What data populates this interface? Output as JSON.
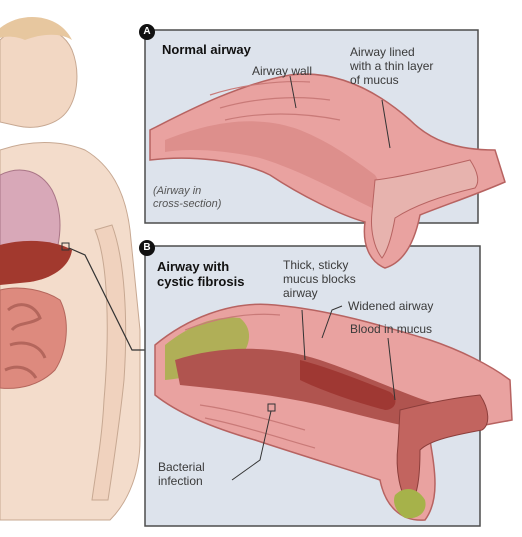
{
  "panels": [
    {
      "badge": "A",
      "title": "Normal airway",
      "labels": {
        "wall": "Airway wall",
        "lined": "Airway lined\nwith a thin layer\nof mucus",
        "note": "(Airway in\ncross-section)"
      }
    },
    {
      "badge": "B",
      "title": "Airway with\ncystic fibrosis",
      "labels": {
        "thick": "Thick, sticky\nmucus blocks\nairway",
        "widened": "Widened airway",
        "blood": "Blood in mucus",
        "bacterial": "Bacterial\ninfection"
      }
    }
  ],
  "colors": {
    "panel_bg": "#dde3ec",
    "panel_border": "#4d4d4d",
    "tissue": "#e9a2a0",
    "tissue_dark": "#c8706f",
    "lumen": "#b0544f",
    "mucus_green": "#a6b24a",
    "skin": "#f3dccb",
    "lung": "#d8a8b8",
    "liver": "#a2392e",
    "intestine": "#dd8a7e"
  }
}
